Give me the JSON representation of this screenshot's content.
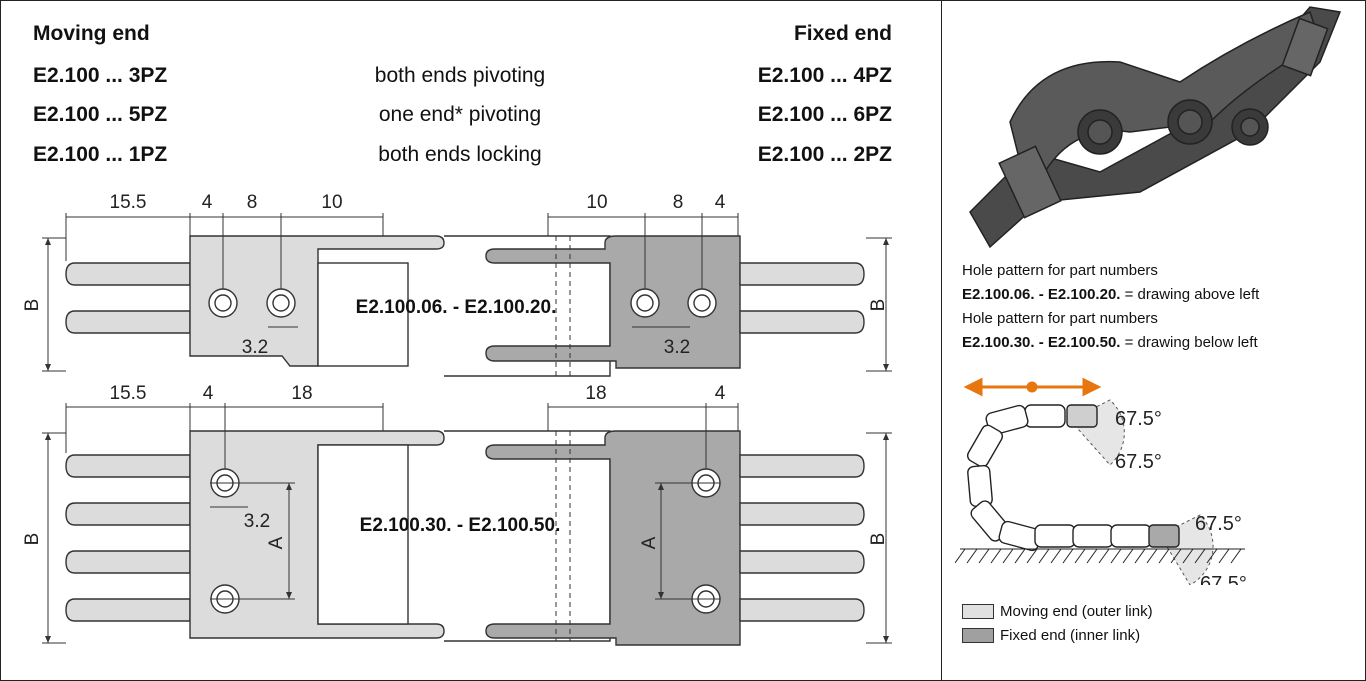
{
  "header": {
    "moving_title": "Moving end",
    "fixed_title": "Fixed end",
    "rows": [
      {
        "moving": "E2.100 ... 3PZ",
        "desc": "both ends pivoting",
        "fixed": "E2.100 ... 4PZ"
      },
      {
        "moving": "E2.100 ... 5PZ",
        "desc": "one end* pivoting",
        "fixed": "E2.100 ... 6PZ"
      },
      {
        "moving": "E2.100 ... 1PZ",
        "desc": "both ends locking",
        "fixed": "E2.100 ... 2PZ"
      }
    ]
  },
  "drawing_top": {
    "label": "E2.100.06. - E2.100.20.",
    "dims_left": [
      "15.5",
      "4",
      "8",
      "10"
    ],
    "dims_right": [
      "10",
      "8",
      "4"
    ],
    "hole_left": "3.2",
    "hole_right": "3.2",
    "b_label": "B"
  },
  "drawing_bottom": {
    "label": "E2.100.30. - E2.100.50.",
    "dims_left": [
      "15.5",
      "4",
      "18"
    ],
    "dims_right": [
      "18",
      "4"
    ],
    "hole_left": "3.2",
    "a_label": "A",
    "b_label": "B"
  },
  "side": {
    "line1": "Hole pattern for part numbers",
    "line2_bold": "E2.100.06. - E2.100.20.",
    "line2_rest": " = drawing above left",
    "line3": "Hole pattern for part numbers",
    "line4_bold": "E2.100.30. - E2.100.50.",
    "line4_rest": " = drawing below left"
  },
  "angles": [
    "67.5°",
    "67.5°",
    "67.5°",
    "67.5°"
  ],
  "legend": [
    {
      "label": "Moving end (outer link)",
      "color": "#e0e0e0"
    },
    {
      "label": "Fixed end (inner link)",
      "color": "#a0a0a0"
    }
  ],
  "colors": {
    "moving": "#dcdcdc",
    "fixed": "#a9a9a9",
    "arrow": "#e8760f"
  }
}
